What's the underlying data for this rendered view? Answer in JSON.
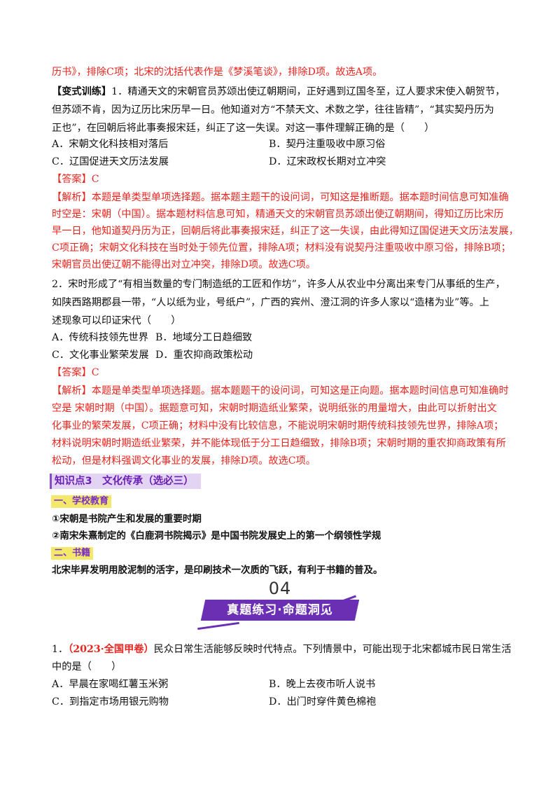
{
  "header_line": "历书》，排除C项；北宋的沈括代表作是《梦溪笔谈》，排除D项。故选A项。",
  "variant": {
    "tag": "【变式训练】",
    "q1_lines": [
      "1．精通天文的宋朝官员苏颂出使辽朝期间，正好遇到辽国冬至，辽人要求宋使入朝贺节，",
      "但苏颂不肯，因为辽历比宋历早一日。他知道对方“不禁天文、术数之学，往往皆精”，“其实契丹历为",
      "正也”，在回朝后将此事奏报宋廷，纠正了这一失误。对这一事件理解正确的是（　　）"
    ],
    "q1_options": [
      "A．宋朝文化科技相对落后",
      "B．契丹注重吸收中原习俗",
      "C．辽国促进天文历法发展",
      "D．辽宋政权长期对立冲突"
    ],
    "q1_answer": "【答案】C",
    "q1_analysis": [
      "【解析】本题是单类型单项选择题。据本题主题干的设问词，可知这是推断题。据本题时间信息可知准确",
      "时空是：宋朝（中国）。据本题材料信息可知，精通天文的宋朝官员苏颂出使辽朝期间，得知辽历比宋历",
      "早一日，他知道契丹历为正，回朝后将此事奏报宋廷，纠正了这一失误，由此得知辽国促进天文历法发展，",
      "C项正确；宋朝文化科技在当时处于领先位置，排除A项；材料没有说契丹注重吸收中原习俗，排除B项；",
      "宋朝官员出使辽朝不能得出对立冲突，排除D项。故选C项。"
    ],
    "q2_lines": [
      "2．宋时形成了“有相当数量的专门制造纸的工匠和作坊”，许多人从农业中分离出来专门从事纸的生产，",
      "如陕西路期郡县一带，“人以纸为业，号纸户”，广西的宾州、澄江洞的许多人家以“造楮为业”等。上",
      "述现象可以印证宋代（　　）"
    ],
    "q2_options": [
      "A．传统科技领先世界",
      "B．地域分工日趋细致",
      "C．文化事业繁荣发展",
      "D．重农抑商政策松动"
    ],
    "q2_answer": "【答案】C",
    "q2_analysis": [
      "【解析】本题是单类型单项选择题。据本题题干的设问词，可知这是正向题。据本题时间信息可知准确时",
      "空是 宋朝时期（中国）。据题意可知，宋朝时期造纸业繁荣，说明纸张的用量增大，由此可以折射出文",
      "化事业的繁荣发展，C项正确；材料中没有比较信息，不能说明宋朝时期传统科技领先世界，排除A项；",
      "材料说明宋朝时期造纸业繁荣，并不能体现低于分工日趋细致，排除B项；宋朝时期的重农抑商政策有所",
      "松动，但是材料强调文化事业的发展，排除D项。故选C项。"
    ]
  },
  "knowledge": {
    "title": "知识点3　文化传承（选必三）",
    "section1": "一、学校教育",
    "s1_items": [
      "①宋朝是书院产生和发展的重要时期",
      "②南宋朱熹制定的《白鹿洞书院揭示》是中国书院发展史上的第一个纲领性学规"
    ],
    "section2": "二、书籍",
    "s2_text": "北宋毕昇发明用胶泥制的活字，是印刷技术一次质的飞跃，有利于书籍的普及。"
  },
  "banner": {
    "number": "04",
    "title": "真题练习·命题洞见",
    "color": "#6b2fb3"
  },
  "exam": {
    "num": "1．",
    "source": "（2023·全国甲卷）",
    "q_rest": "民众日常生活能够反映时代特点。下列情景中，可能出现于北宋都城市民日常生活",
    "q_line2": "中的是（　　）",
    "options": [
      "A．早晨在家喝红薯玉米粥",
      "B．晚上去夜市听人说书",
      "C．到指定市场用银元购物",
      "D．出门时穿件黄色棉袍"
    ]
  },
  "colors": {
    "answer_red": "#e8251f",
    "purple": "#6a1fb5",
    "highlight_yellow": "#f3e86a"
  }
}
